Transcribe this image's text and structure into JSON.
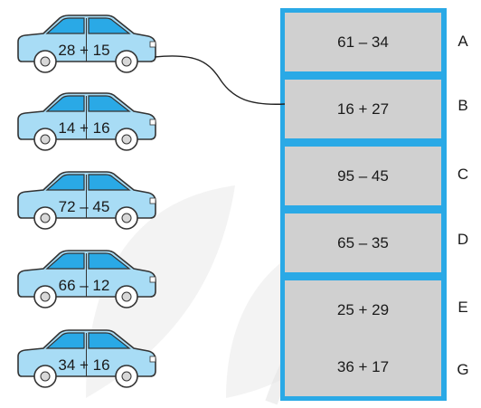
{
  "cars": [
    {
      "expression": "28 + 15"
    },
    {
      "expression": "14 + 16"
    },
    {
      "expression": "72 – 45"
    },
    {
      "expression": "66 – 12"
    },
    {
      "expression": "34 + 16"
    }
  ],
  "slots": [
    {
      "expression": "61 – 34",
      "letter": "A"
    },
    {
      "expression": "16 + 27",
      "letter": "B"
    },
    {
      "expression": "95 – 45",
      "letter": "C"
    },
    {
      "expression": "65 – 35",
      "letter": "D"
    },
    {
      "expression": "25 + 29",
      "letter": "E"
    },
    {
      "expression": "36 + 17",
      "letter": "G"
    }
  ],
  "colors": {
    "car_body": "#a8dcf5",
    "car_window": "#2aa9e6",
    "car_outline": "#333333",
    "garage_frame": "#2aa9e6",
    "slot_fill": "#d0d0d0"
  },
  "icons": [
    "car-icon",
    "wheel-icon",
    "watermark-logo"
  ]
}
